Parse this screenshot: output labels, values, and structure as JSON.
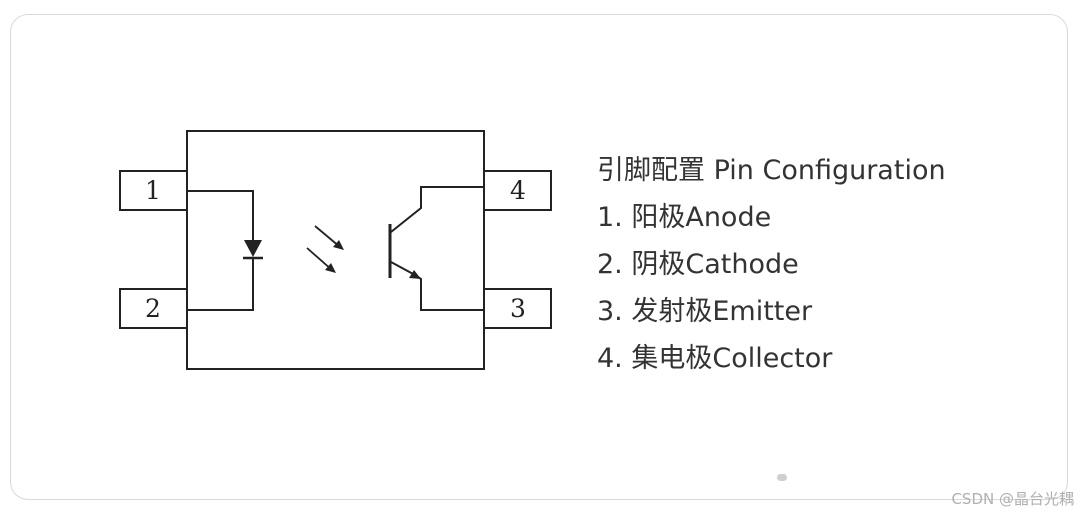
{
  "pins": [
    {
      "number": "1"
    },
    {
      "number": "2"
    },
    {
      "number": "3"
    },
    {
      "number": "4"
    }
  ],
  "legend": {
    "title": "引脚配置 Pin Configuration",
    "items": [
      {
        "label": "1. 阳极Anode"
      },
      {
        "label": "2. 阴极Cathode"
      },
      {
        "label": "3. 发射极Emitter"
      },
      {
        "label": "4. 集电极Collector"
      }
    ]
  },
  "watermark": "CSDN @晶台光耦",
  "colors": {
    "line": "#222222",
    "text": "#333333",
    "watermark": "#b0b0b0"
  }
}
